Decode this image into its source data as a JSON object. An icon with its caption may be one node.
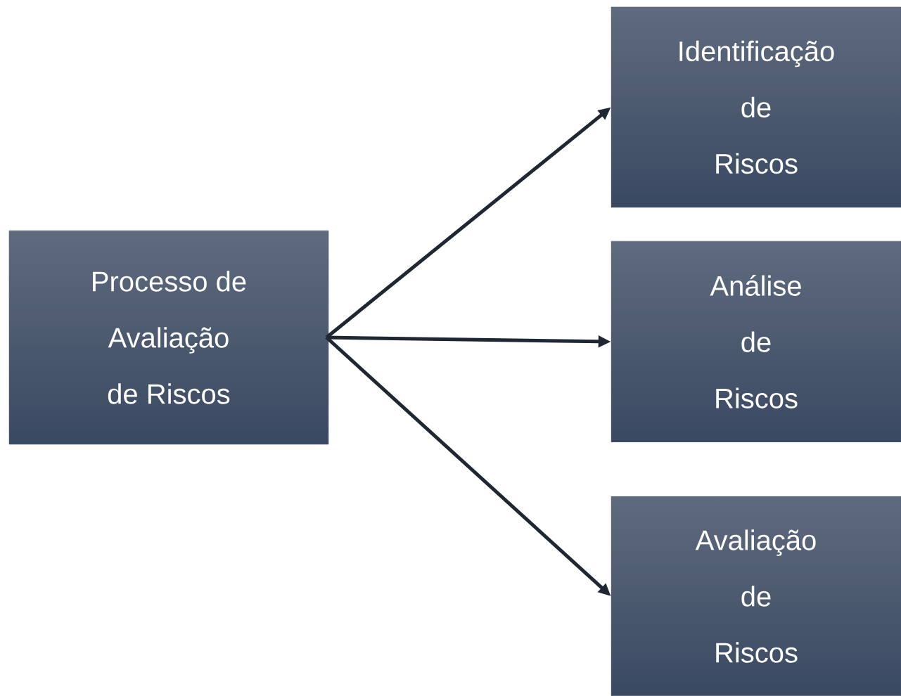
{
  "diagram": {
    "nodes": [
      {
        "text": [
          "Processo de Avaliação de Riscos"
        ]
      },
      {
        "text": [
          "Identificação de Riscos"
        ]
      },
      {
        "text": [
          "Análise de Riscos"
        ]
      },
      {
        "text": [
          "Avaliação de Riscos"
        ]
      }
    ],
    "edges": [
      {
        "from": 0,
        "to": 1,
        "arrow": "to"
      },
      {
        "from": 0,
        "to": 2,
        "arrow": "to"
      },
      {
        "from": 0,
        "to": 3,
        "arrow": "to"
      }
    ]
  }
}
